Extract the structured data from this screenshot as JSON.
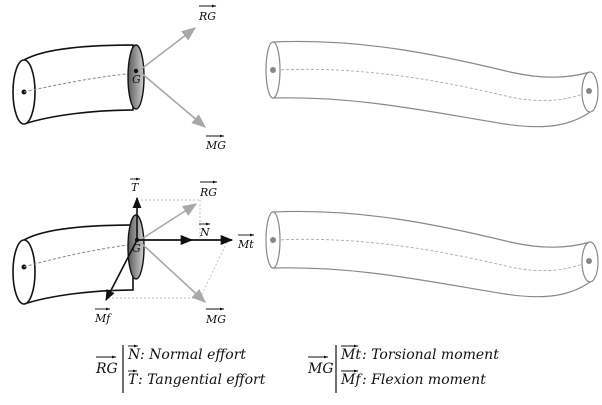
{
  "diagram": {
    "top": {
      "point": "G",
      "resultant": "RG",
      "moment": "MG"
    },
    "bottom": {
      "point": "G",
      "tangential": "T",
      "resultant": "RG",
      "normal": "N",
      "torsional": "Mt",
      "flexion": "Mf",
      "moment": "MG"
    }
  },
  "legend": {
    "force_symbol": "RG",
    "normal_symbol": "N",
    "normal_text": ": Normal effort",
    "tangential_symbol": "T",
    "tangential_text": ": Tangential effort",
    "moment_symbol": "MG",
    "torsional_symbol": "Mt",
    "torsional_text": ": Torsional moment",
    "flexion_symbol": "Mf",
    "flexion_text": ": Flexion moment"
  },
  "colors": {
    "stroke": "#111111",
    "arrow_gray": "#a8a8a8",
    "tube_gray": "#888888"
  }
}
